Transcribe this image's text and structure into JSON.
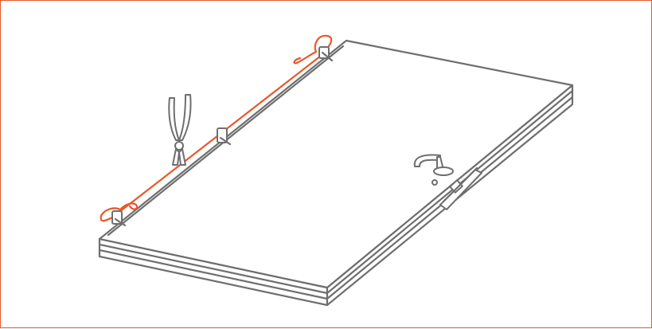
{
  "illustration": {
    "colors": {
      "frame_border": "#e8572a",
      "outline": "#6e6e6e",
      "wire": "#e8572a",
      "background": "#ffffff"
    },
    "icons": [
      "door-panel",
      "door-handle",
      "door-lock",
      "hinge",
      "pliers-icon",
      "seal-wire"
    ]
  }
}
